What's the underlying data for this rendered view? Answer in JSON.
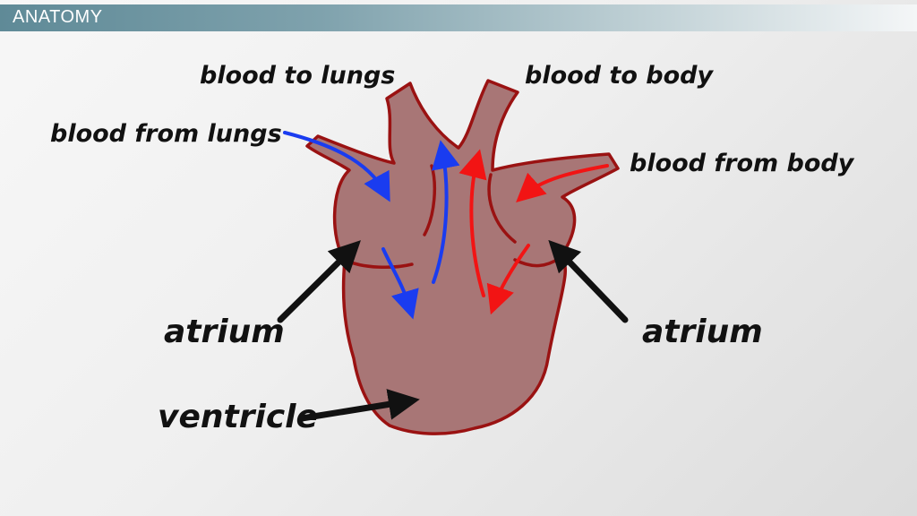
{
  "header": {
    "title": "ANATOMY"
  },
  "labels": {
    "blood_to_lungs": "blood to lungs",
    "blood_to_body": "blood to body",
    "blood_from_lungs": "blood from lungs",
    "blood_from_body": "blood from body",
    "atrium_left": "atrium",
    "atrium_right": "atrium",
    "ventricle": "ventricle"
  },
  "colors": {
    "heart_fill": "#a87676",
    "heart_outline": "#9a1212",
    "oxygenated_flow": "#1a3cf0",
    "deoxygenated_flow": "#f21414",
    "pointer": "#111111",
    "title_bar": "#5f8a97"
  }
}
